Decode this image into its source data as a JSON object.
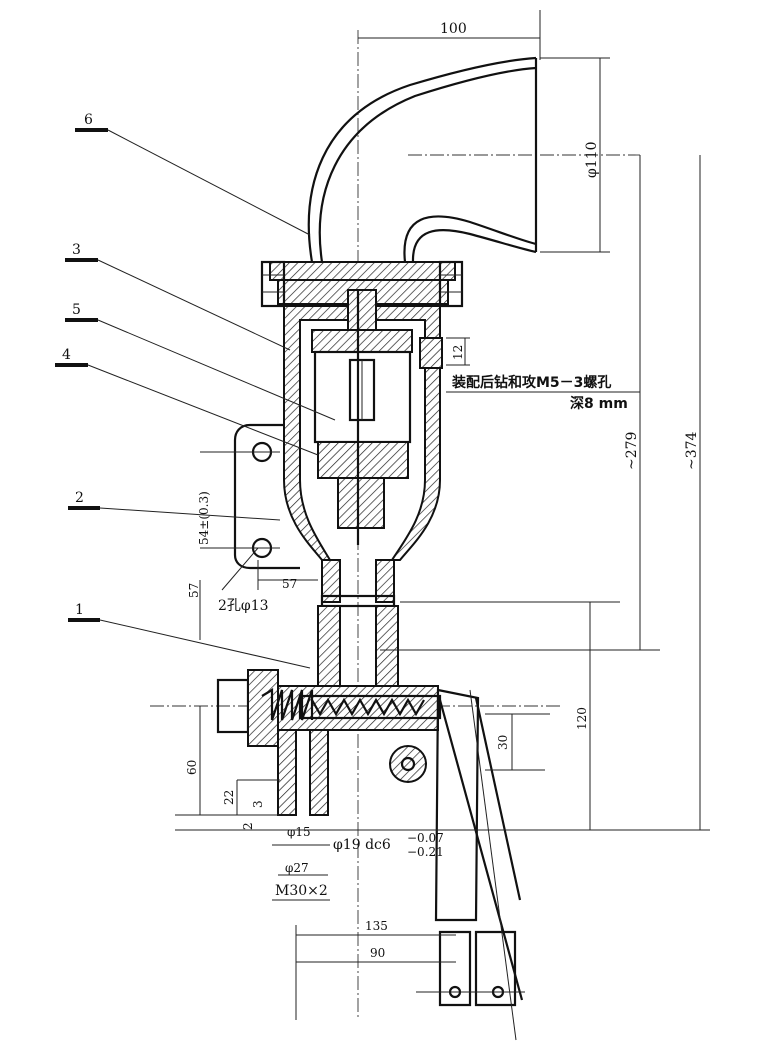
{
  "part_numbers": [
    "6",
    "3",
    "5",
    "4",
    "2",
    "1"
  ],
  "dimensions": {
    "top_width": "100",
    "mouth_diameter": "φ110",
    "drill_tap_note_line1": "装配后钻和攻M5－3螺孔",
    "drill_tap_note_line2": "深8 mm",
    "drill_depth_box": "12",
    "height_279": "~279",
    "height_374": "~374",
    "bracket_tol": "54±(0.3)",
    "bracket_57_vert": "57",
    "bracket_57_horiz": "57",
    "holes": "2孔φ13",
    "height_120": "120",
    "lever_30": "30",
    "height_60": "60",
    "height_22": "22",
    "dim_3": "3",
    "dim_2": "2",
    "bore_15": "φ15",
    "shaft_19": "φ19 dc6",
    "tol_upper": "−0.07",
    "tol_lower": "−0.21",
    "dia_27": "φ27",
    "thread": "M30×2",
    "length_135": "135",
    "length_90": "90"
  }
}
